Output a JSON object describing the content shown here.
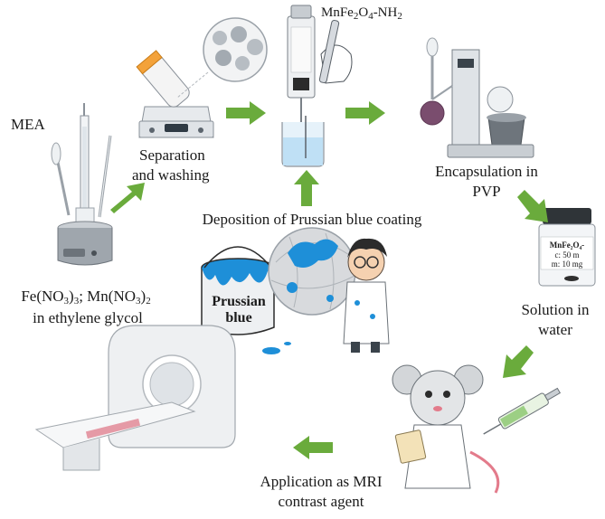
{
  "steps": {
    "mea": "MEA",
    "precursor_fe": "Fe(NO",
    "precursor_fe_sub": "3",
    "precursor_fe_close": ")",
    "precursor_fe_sub2": "3",
    "precursor_mn": "; Mn(NO",
    "precursor_mn_sub": "3",
    "precursor_mn_close": ")",
    "precursor_mn_sub2": "2",
    "solvent": "in ethylene glycol",
    "separation_line1": "Separation",
    "separation_line2": "and washing",
    "nanoparticle_main": "MnFe",
    "nanoparticle_sub1": "2",
    "nanoparticle_o": "O",
    "nanoparticle_sub2": "4",
    "nanoparticle_nh2": "-NH",
    "nanoparticle_sub3": "2",
    "encapsulation_line1": "Encapsulation in",
    "encapsulation_line2": "PVP",
    "deposition": "Deposition of Prussian blue coating",
    "paint_can_line1": "Prussian",
    "paint_can_line2": "blue",
    "solution_line1": "Solution in",
    "solution_line2": "water",
    "vial_label_line1": "MnFe₂O₄-",
    "vial_label_line2": "c: 50 m",
    "vial_label_line3": "m: 10 mg",
    "application_line1": "Application as MRI",
    "application_line2": "contrast agent"
  },
  "colors": {
    "arrow": "#6aab3c",
    "prussian_blue": "#1e8fd8"
  }
}
